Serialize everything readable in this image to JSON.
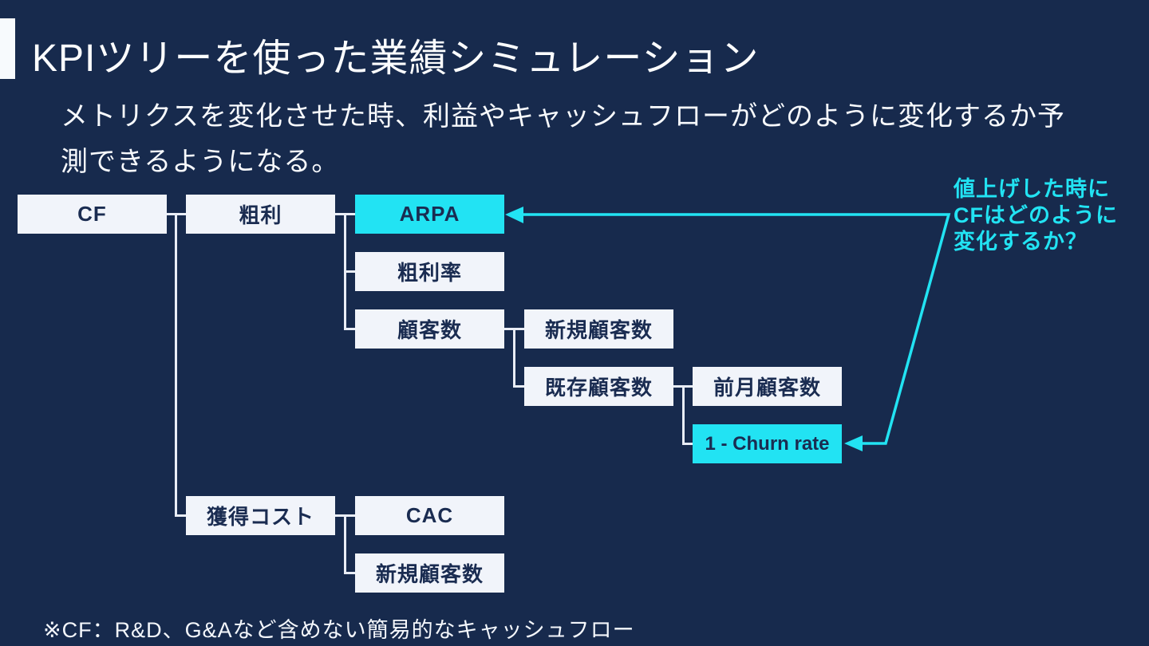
{
  "slide": {
    "title": "KPIツリーを使った業績シミュレーション",
    "subtitle": "メトリクスを変化させた時、利益やキャッシュフローがどのように変化するか予\n測できるようになる。",
    "annotation": "値上げした時に\nCFはどのように\n変化するか？",
    "footnote": "※CF：R&D、G&Aなど含めない簡易的なキャッシュフロー"
  },
  "colors": {
    "background": "#172a4d",
    "node_fill": "#f1f4fa",
    "node_text": "#1a2c51",
    "highlight_cyan": "#22e3f3",
    "connector": "#e9edf6",
    "text_white": "#fdfeff"
  },
  "tree": {
    "nodes": {
      "cf": {
        "label": "CF"
      },
      "gross_profit": {
        "label": "粗利"
      },
      "arpa": {
        "label": "ARPA"
      },
      "gross_margin": {
        "label": "粗利率"
      },
      "customers": {
        "label": "顧客数"
      },
      "new_customers": {
        "label": "新規顧客数"
      },
      "existing_customers": {
        "label": "既存顧客数"
      },
      "prev_month_customers": {
        "label": "前月顧客数"
      },
      "churn_rate": {
        "label": "1 - Churn rate"
      },
      "acquisition_cost": {
        "label": "獲得コスト"
      },
      "cac": {
        "label": "CAC"
      },
      "new_customers_acq": {
        "label": "新規顧客数"
      }
    }
  }
}
